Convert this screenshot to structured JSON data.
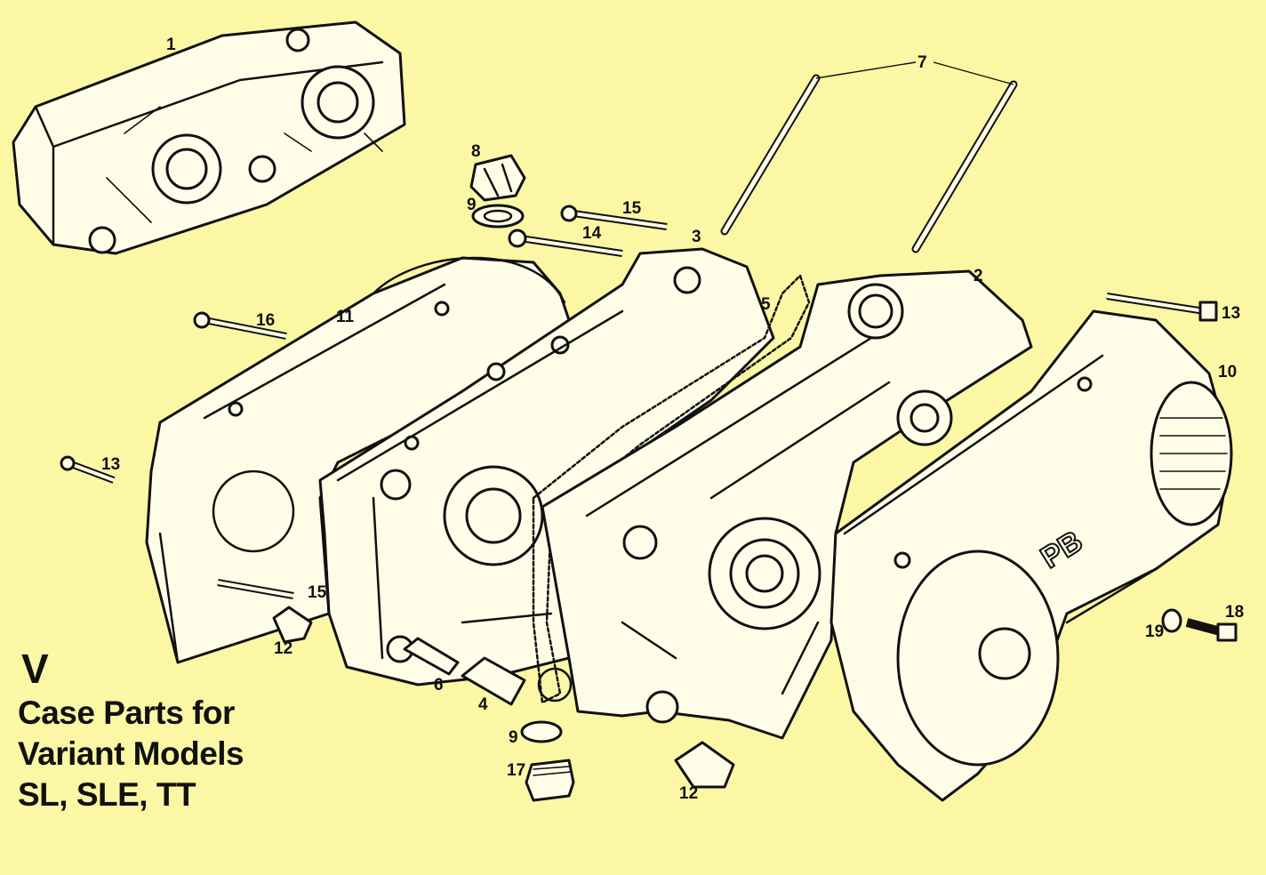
{
  "caption": {
    "section_letter": "V",
    "title_lines": [
      "Case Parts for",
      "Variant Models",
      "SL, SLE, TT"
    ]
  },
  "part_numbers": {
    "p1": "1",
    "p2": "2",
    "p3": "3",
    "p4": "4",
    "p5": "5",
    "p6": "6",
    "p7": "7",
    "p8": "8",
    "p9a": "9",
    "p9b": "9",
    "p10": "10",
    "p11": "11",
    "p12a": "12",
    "p12b": "12",
    "p13a": "13",
    "p13b": "13",
    "p14": "14",
    "p15a": "15",
    "p15b": "15",
    "p16": "16",
    "p17": "17",
    "p18": "18",
    "p19": "19"
  },
  "cover_badge": "PB"
}
